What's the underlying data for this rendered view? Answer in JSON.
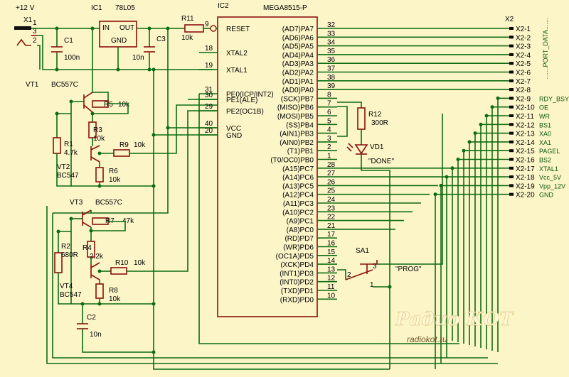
{
  "power": {
    "supply": "+12 V"
  },
  "connector_x1": {
    "ref": "X1",
    "pins": [
      "1",
      "3",
      "2"
    ]
  },
  "regulator": {
    "ref": "IC1",
    "type": "78L05",
    "in": "IN",
    "out": "OUT",
    "gnd": "GND"
  },
  "capacitors": [
    {
      "ref": "C1",
      "value": "100n"
    },
    {
      "ref": "C3",
      "value": "10n"
    },
    {
      "ref": "C2",
      "value": "10n"
    }
  ],
  "resistors": [
    {
      "ref": "R11",
      "value": "10k"
    },
    {
      "ref": "R5",
      "value": "10k"
    },
    {
      "ref": "R3",
      "value": "10k"
    },
    {
      "ref": "R1",
      "value": "4.7k"
    },
    {
      "ref": "R9",
      "value": "10k"
    },
    {
      "ref": "R6",
      "value": "10k"
    },
    {
      "ref": "R7",
      "value": "47k"
    },
    {
      "ref": "R4",
      "value": "2.2k"
    },
    {
      "ref": "R2",
      "value": "680R"
    },
    {
      "ref": "R10",
      "value": "10k"
    },
    {
      "ref": "R8",
      "value": "10k"
    },
    {
      "ref": "R12",
      "value": "300R"
    }
  ],
  "transistors": [
    {
      "ref": "VT1",
      "type": "BC557C"
    },
    {
      "ref": "VT2",
      "type": "BC547"
    },
    {
      "ref": "VT3",
      "type": "BC557C"
    },
    {
      "ref": "VT4",
      "type": "BC547"
    }
  ],
  "mcu": {
    "ref": "IC2",
    "type": "MEGA8515-P",
    "left_pins": [
      {
        "num": "9",
        "name": "RESET"
      },
      {
        "num": "18",
        "name": "XTAL2"
      },
      {
        "num": "19",
        "name": "XTAL1"
      },
      {
        "num": "31",
        "name": "PE0(ICP/INT2)"
      },
      {
        "num": "30",
        "name": "PE1(ALE)"
      },
      {
        "num": "29",
        "name": "PE2(OC1B)"
      },
      {
        "num": "40",
        "name": "VCC"
      },
      {
        "num": "20",
        "name": "GND"
      }
    ],
    "right_pins": [
      {
        "num": "32",
        "name": "(AD7)PA7"
      },
      {
        "num": "33",
        "name": "(AD6)PA6"
      },
      {
        "num": "34",
        "name": "(AD5)PA5"
      },
      {
        "num": "35",
        "name": "(AD4)PA4"
      },
      {
        "num": "36",
        "name": "(AD3)PA3"
      },
      {
        "num": "37",
        "name": "(AD2)PA2"
      },
      {
        "num": "38",
        "name": "(AD1)PA1"
      },
      {
        "num": "39",
        "name": "(AD0)PA0"
      },
      {
        "num": "8",
        "name": "(SCK)PB7"
      },
      {
        "num": "7",
        "name": "(MISO)PB6"
      },
      {
        "num": "6",
        "name": "(MOSI)PB5"
      },
      {
        "num": "5",
        "name": "(SS)PB4"
      },
      {
        "num": "4",
        "name": "(AIN1)PB3"
      },
      {
        "num": "3",
        "name": "(AIN0)PB2"
      },
      {
        "num": "2",
        "name": "(T1)PB1"
      },
      {
        "num": "1",
        "name": "(T0/OC0)PB0"
      },
      {
        "num": "28",
        "name": "(A15)PC7"
      },
      {
        "num": "27",
        "name": "(A14)PC6"
      },
      {
        "num": "26",
        "name": "(A13)PC5"
      },
      {
        "num": "25",
        "name": "(A12)PC4"
      },
      {
        "num": "24",
        "name": "(A11)PC3"
      },
      {
        "num": "23",
        "name": "(A10)PC2"
      },
      {
        "num": "22",
        "name": "(A9)PC1"
      },
      {
        "num": "21",
        "name": "(A8)PC0"
      },
      {
        "num": "17",
        "name": "(RD)PD7"
      },
      {
        "num": "16",
        "name": "(WR)PD6"
      },
      {
        "num": "15",
        "name": "(OC1A)PD5"
      },
      {
        "num": "14",
        "name": "(XCK)PD4"
      },
      {
        "num": "13",
        "name": "(INT1)PD3"
      },
      {
        "num": "12",
        "name": "(INT0)PD2"
      },
      {
        "num": "11",
        "name": "(TXD)PD1"
      },
      {
        "num": "10",
        "name": "(RXD)PD0"
      }
    ]
  },
  "led": {
    "ref": "VD1",
    "label": "\"DONE\""
  },
  "switch": {
    "ref": "SA1",
    "label": "\"PROG\"",
    "pins": [
      "1",
      "2",
      "3"
    ]
  },
  "connector_x2": {
    "ref": "X2",
    "pins": [
      "X2-1",
      "X2-2",
      "X2-3",
      "X2-4",
      "X2-5",
      "X2-6",
      "X2-7",
      "X2-8",
      "X2-9",
      "X2-10",
      "X2-11",
      "X2-12",
      "X2-13",
      "X2-14",
      "X2-15",
      "X2-16",
      "X2-17",
      "X2-18",
      "X2-19",
      "X2-20"
    ],
    "port_data": ".......PORT_DATA.......",
    "signals": [
      "RDY_BSY",
      "OE",
      "WR",
      "BS1",
      "XA0",
      "XA1",
      "PAGEL",
      "BS2",
      "XTAL1",
      "Vcc_5V",
      "Vpp_12V",
      "GND"
    ]
  },
  "watermark": {
    "title": "Радио КОТ",
    "url": "radiokot.ru"
  }
}
